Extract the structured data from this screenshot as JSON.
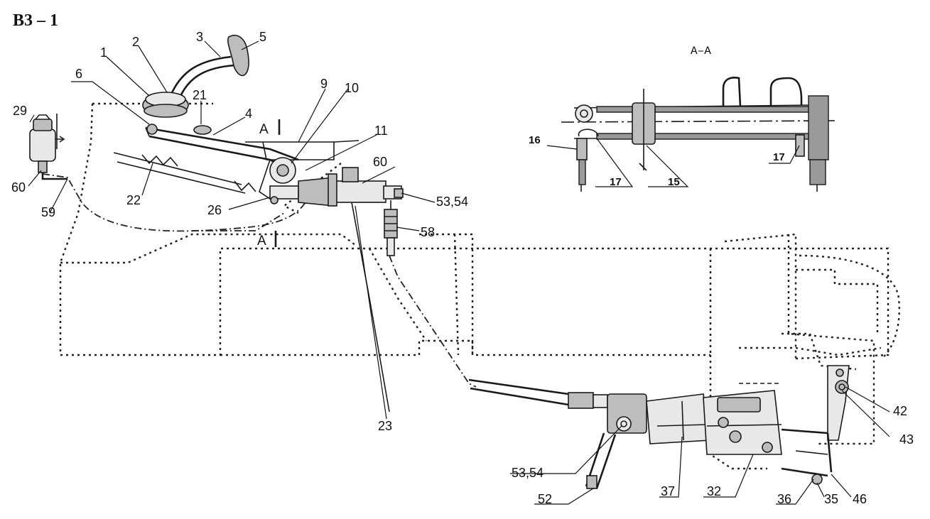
{
  "title": "B3 – 1",
  "section_title": "A–A",
  "section_marks": [
    "A",
    "A"
  ],
  "labels": {
    "l1": "1",
    "l2": "2",
    "l3": "3",
    "l5": "5",
    "l6": "6",
    "l21": "21",
    "l4": "4",
    "l9": "9",
    "l10": "10",
    "l11": "11",
    "l29": "29",
    "l60a": "60",
    "l60b": "60",
    "l59": "59",
    "l22": "22",
    "l26": "26",
    "l53a": "53,54",
    "l58": "58",
    "l23": "23",
    "l16": "16",
    "l17a": "17",
    "l15": "15",
    "l17b": "17",
    "l42": "42",
    "l43": "43",
    "l53b": "53,54",
    "l52": "52",
    "l37": "37",
    "l32": "32",
    "l36": "36",
    "l35": "35",
    "l46": "46"
  }
}
